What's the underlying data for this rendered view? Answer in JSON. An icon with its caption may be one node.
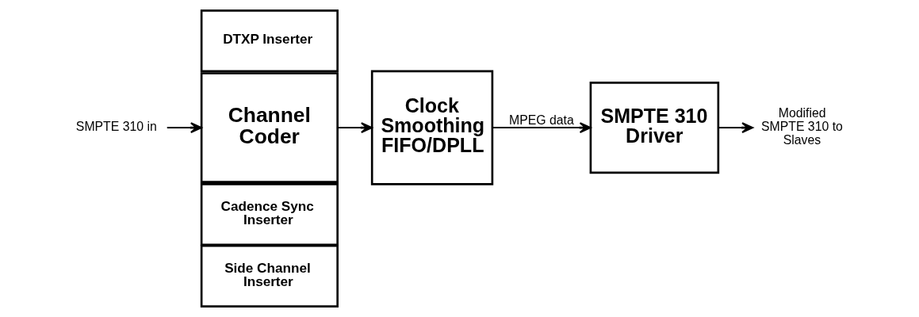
{
  "diagram": {
    "nodes": [
      {
        "text": [
          "SMPTE 310 in"
        ]
      },
      {
        "text": [
          "DTXP Inserter"
        ]
      },
      {
        "text": [
          "Channel Coder"
        ]
      },
      {
        "text": [
          "Cadence Sync Inserter"
        ]
      },
      {
        "text": [
          "Side Channel Inserter"
        ]
      },
      {
        "text": [
          "Clock Smoothing FIFO/DPLL"
        ]
      },
      {
        "text": [
          "SMPTE 310 Driver"
        ]
      },
      {
        "text": [
          "Modified SMPTE 310 to Slaves"
        ]
      }
    ],
    "edges": [
      {
        "from": 0,
        "to": 2,
        "arrow": "to"
      },
      {
        "from": 2,
        "to": 5,
        "arrow": "to"
      },
      {
        "from": 5,
        "to": 6,
        "arrow": "to",
        "label": "MPEG data"
      },
      {
        "from": 6,
        "to": 7,
        "arrow": "to"
      }
    ]
  }
}
